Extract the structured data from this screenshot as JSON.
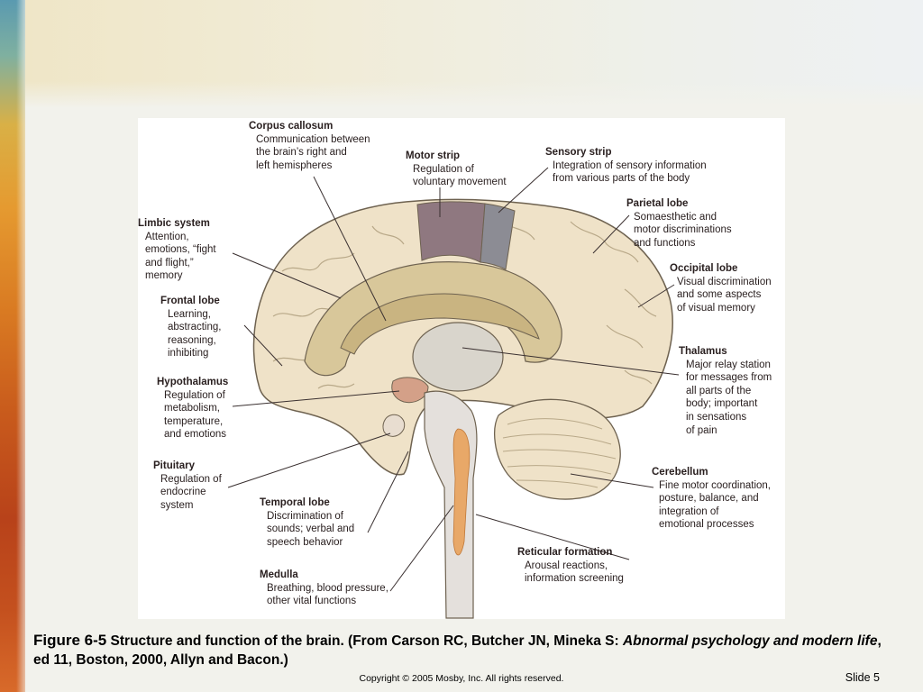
{
  "figure": {
    "labels": {
      "corpus_callosum": {
        "title": "Corpus callosum",
        "desc": "Communication between\nthe brain’s right and\nleft hemispheres"
      },
      "motor_strip": {
        "title": "Motor strip",
        "desc": "Regulation of\nvoluntary movement"
      },
      "sensory_strip": {
        "title": "Sensory strip",
        "desc": "Integration of sensory information\nfrom various parts of the body"
      },
      "parietal_lobe": {
        "title": "Parietal lobe",
        "desc": "Somaesthetic and\nmotor discriminations\nand functions"
      },
      "occipital_lobe": {
        "title": "Occipital lobe",
        "desc": "Visual discrimination\nand some aspects\nof visual memory"
      },
      "limbic_system": {
        "title": "Limbic system",
        "desc": "Attention,\nemotions, “fight\nand flight,”\nmemory"
      },
      "frontal_lobe": {
        "title": "Frontal lobe",
        "desc": "Learning,\nabstracting,\nreasoning,\ninhibiting"
      },
      "thalamus": {
        "title": "Thalamus",
        "desc": "Major relay station\nfor messages from\nall parts of the\nbody; important\nin sensations\nof pain"
      },
      "hypothalamus": {
        "title": "Hypothalamus",
        "desc": "Regulation of\nmetabolism,\ntemperature,\nand emotions"
      },
      "pituitary": {
        "title": "Pituitary",
        "desc": "Regulation of\nendocrine\nsystem"
      },
      "cerebellum": {
        "title": "Cerebellum",
        "desc": "Fine motor coordination,\nposture, balance, and\nintegration of\nemotional processes"
      },
      "temporal_lobe": {
        "title": "Temporal lobe",
        "desc": "Discrimination of\nsounds; verbal and\nspeech behavior"
      },
      "reticular_formation": {
        "title": "Reticular formation",
        "desc": "Arousal reactions,\ninformation screening"
      },
      "medulla": {
        "title": "Medulla",
        "desc": "Breathing, blood pressure,\nother vital functions"
      }
    }
  },
  "caption": {
    "figure_number": "Figure 6-5",
    "text_before_italic": " Structure and function of the brain. (From Carson RC, Butcher JN, Mineka S: ",
    "italic_title": "Abnormal psychology and modern life",
    "text_after_italic": ", ed 11, Boston, 2000, Allyn and Bacon.)"
  },
  "footer": {
    "copyright": "Copyright © 2005 Mosby, Inc. All rights reserved.",
    "slide_number": "Slide 5"
  },
  "colors": {
    "cortex": "#efe2c8",
    "limbic": "#d8c79a",
    "motor_strip": "#8f7880",
    "sensory_strip": "#8c8c94",
    "hypothalamus": "#d4a088",
    "brainstem": "#e4e0dc",
    "reticular": "#e8a868",
    "outline": "#6e6250"
  }
}
